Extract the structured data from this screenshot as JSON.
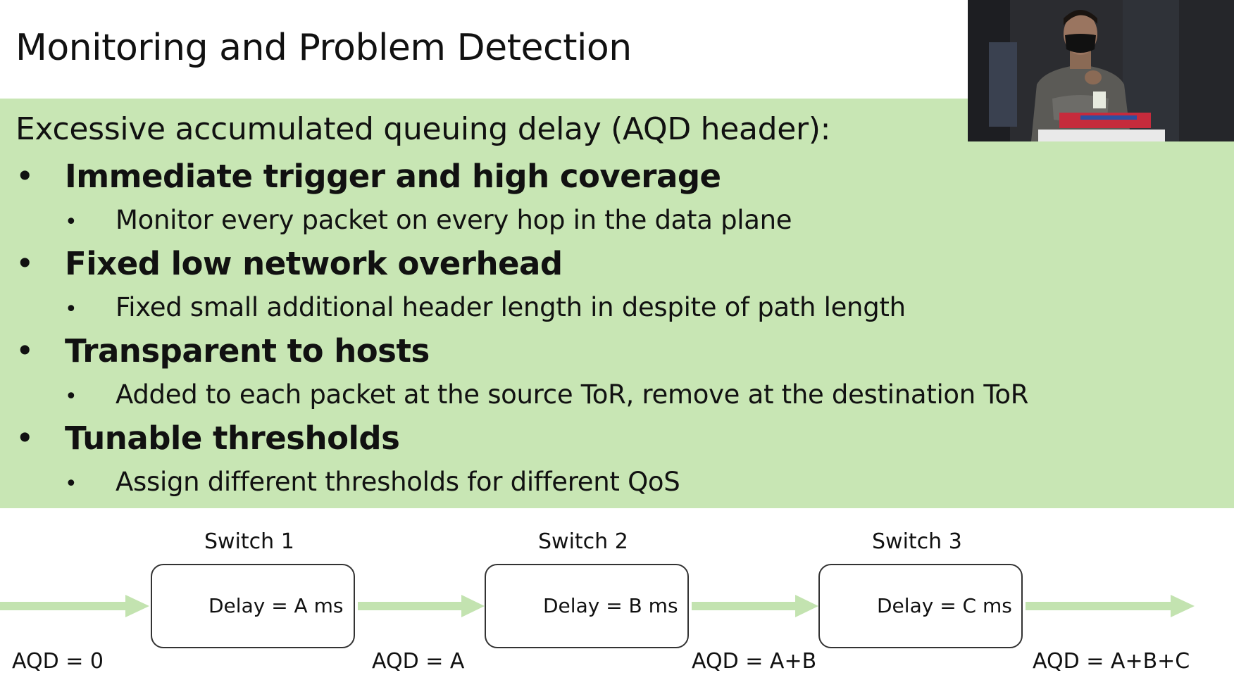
{
  "slide": {
    "title": "Monitoring and Problem Detection",
    "intro": "Excessive accumulated queuing delay (AQD header):",
    "bullets": [
      {
        "heading": "Immediate trigger and high coverage",
        "sub": "Monitor every packet on every hop in the data plane"
      },
      {
        "heading": "Fixed low network overhead",
        "sub": "Fixed small additional header length in despite of path length"
      },
      {
        "heading": "Transparent to hosts",
        "sub": "Added to each packet at the source ToR, remove at the destination ToR"
      },
      {
        "heading": "Tunable thresholds",
        "sub": "Assign different thresholds for different QoS"
      }
    ],
    "bullet_glyph": "•"
  },
  "diagram": {
    "switches": [
      {
        "label": "Switch 1",
        "delay": "Delay = A ms"
      },
      {
        "label": "Switch 2",
        "delay": "Delay = B ms"
      },
      {
        "label": "Switch 3",
        "delay": "Delay = C ms"
      }
    ],
    "aqd_labels": [
      "AQD = 0",
      "AQD = A",
      "AQD = A+B",
      "AQD = A+B+C"
    ]
  },
  "colors": {
    "panel_green": "#c8e6b4",
    "arrow_green": "#c3e3b0"
  },
  "webcam": {
    "icon": "presenter-video-feed"
  }
}
